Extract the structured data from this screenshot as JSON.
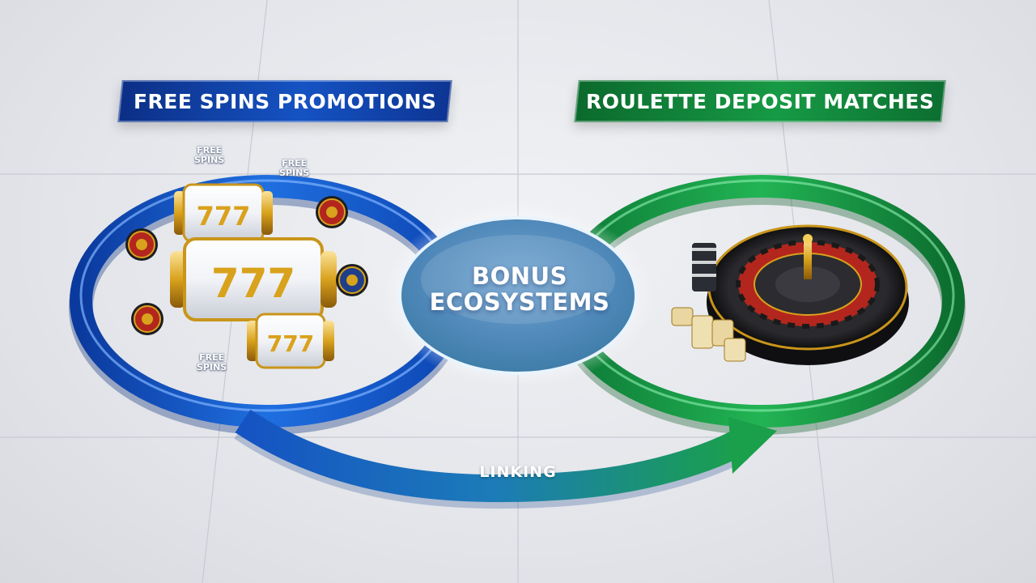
{
  "colors": {
    "blue_accent": "#1553c3",
    "green_accent": "#179a45",
    "gold": "#d9a21c",
    "background": "#e4e6eb"
  },
  "banners": {
    "left": "FREE SPINS PROMOTIONS",
    "right": "ROULETTE DEPOSIT MATCHES"
  },
  "hub": {
    "line1": "BONUS",
    "line2": "ECOSYSTEMS"
  },
  "connector": {
    "label": "LINKING"
  },
  "slot_labels": [
    {
      "line1": "FREE",
      "line2": "SPINS"
    },
    {
      "line1": "FREE",
      "line2": "SPINS"
    },
    {
      "line1": "FREE",
      "line2": "SPINS"
    }
  ],
  "icons": {
    "slot_reels": "slot-reel-icon",
    "roulette_tokens": "roulette-wheel-icon",
    "roulette_table": "roulette-wheel-icon",
    "chips": "casino-chip-icon"
  }
}
